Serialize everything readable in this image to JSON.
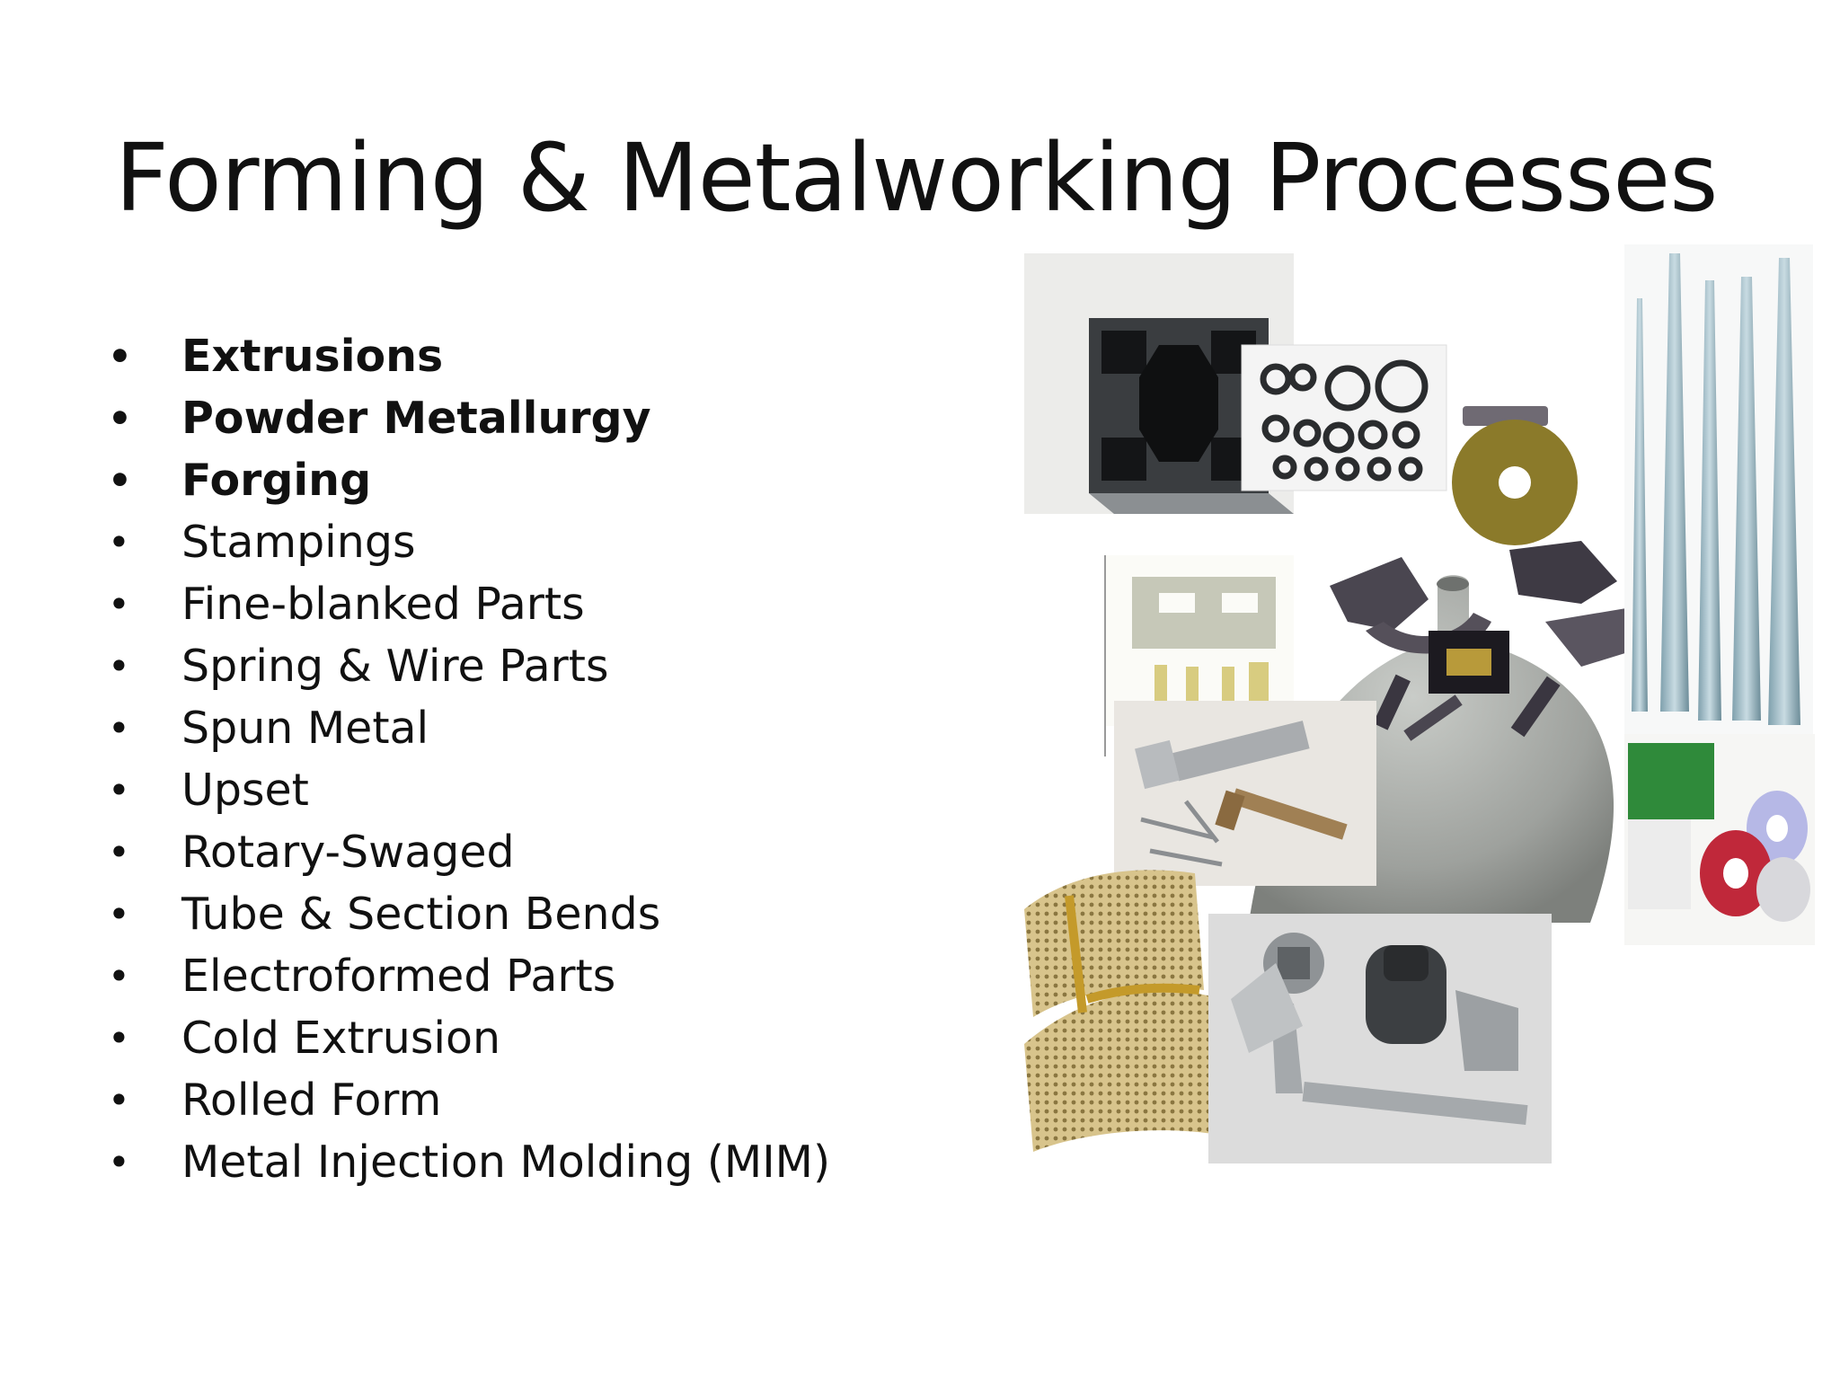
{
  "slide": {
    "title": "Forming & Metalworking Processes",
    "bullets": [
      {
        "label": "Extrusions",
        "bold": true
      },
      {
        "label": "Powder Metallurgy",
        "bold": true
      },
      {
        "label": "Forging",
        "bold": true
      },
      {
        "label": "Stampings",
        "bold": false
      },
      {
        "label": "Fine-blanked Parts",
        "bold": false
      },
      {
        "label": "Spring & Wire Parts",
        "bold": false
      },
      {
        "label": "Spun Metal",
        "bold": false
      },
      {
        "label": "Upset",
        "bold": false
      },
      {
        "label": "Rotary-Swaged",
        "bold": false
      },
      {
        "label": "Tube & Section Bends",
        "bold": false
      },
      {
        "label": "Electroformed Parts",
        "bold": false
      },
      {
        "label": "Cold Extrusion",
        "bold": false
      },
      {
        "label": "Rolled Form",
        "bold": false
      },
      {
        "label": "Metal Injection Molding (MIM)",
        "bold": false
      }
    ]
  },
  "colors": {
    "text": "#111111",
    "background": "#ffffff",
    "steel": "#8a939a",
    "brass": "#c9a24a"
  },
  "images": [
    "extrusion-profile-photo",
    "powder-metal-rings-photo",
    "stamped-parts-photo",
    "swaged-rods-photo",
    "fine-blanked-brackets-photo",
    "bolts-photo",
    "spun-metal-dome-photo",
    "rolled-coils-photo",
    "electroformed-mesh-photo",
    "mim-parts-photo"
  ]
}
